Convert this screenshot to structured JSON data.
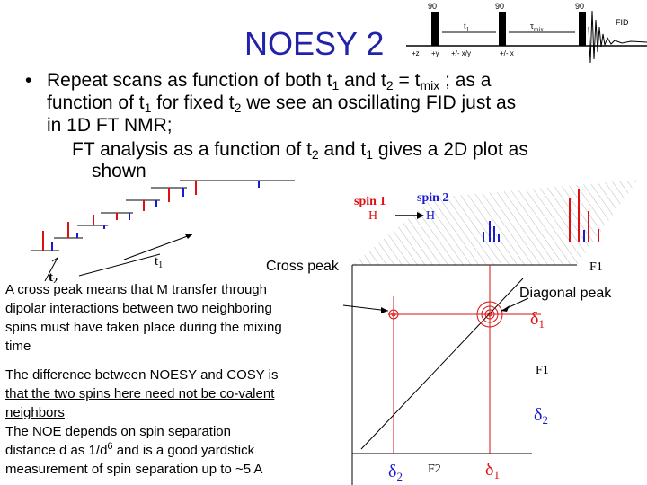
{
  "slide": {
    "title": "NOESY 2",
    "bullet": {
      "l1_a": "Repeat scans as function of both t",
      "l1_s1": "1",
      "l1_b": " and t",
      "l1_s2": "2",
      "l1_c": " = t",
      "l1_s3": "mix",
      "l1_d": " ;  as a",
      "l2_a": "function of t",
      "l2_s1": "1",
      "l2_b": " for fixed t",
      "l2_s2": "2",
      "l2_c": " we see an oscillating FID just as",
      "l3": "in 1D FT NMR;",
      "l4_a": "FT analysis as a function of t",
      "l4_s1": "2",
      "l4_b": " and t",
      "l4_s2": "1",
      "l4_c": " gives a 2D plot as",
      "l5": "shown"
    },
    "pulse": {
      "p1": "90",
      "p2": "90",
      "p3": "90",
      "t1": "t",
      "t1_sub": "1",
      "tmix": "τ",
      "tmix_sub": "mix",
      "fid": "FID",
      "phase1": "+z",
      "phase2": "+y",
      "phase3": "+/- x/y",
      "phase4": "+/- x"
    },
    "stack": {
      "t1_label": "t",
      "t1_sub": "1",
      "t2_label": "t",
      "t2_sub": "2"
    },
    "spectrum": {
      "spin1": "spin 1",
      "spin2": "spin 2",
      "h1": "H",
      "h2": "H",
      "f1_top": "F1",
      "f1_right": "F1",
      "f2_bottom": "F2",
      "d1_right": "δ",
      "d1_right_sub": "1",
      "d2_right": "δ",
      "d2_right_sub": "2",
      "d2_bottom": "δ",
      "d2_bottom_sub": "2",
      "d1_bottom": "δ",
      "d1_bottom_sub": "1"
    },
    "cross_peak_label": "Cross peak",
    "diagonal_peak_label": "Diagonal peak",
    "para1": {
      "l1": "A cross peak means that M transfer through",
      "l2": "dipolar interactions between two neighboring",
      "l3": "spins must have taken place during the mixing",
      "l4": "time"
    },
    "para2": {
      "l1": "The difference between NOESY and COSY is",
      "l2": "that the two spins here need not be co-valent",
      "l3": "neighbors",
      "l4": "The NOE depends on spin separation",
      "l5_a": "distance d as 1/d",
      "l5_sup": "6",
      "l5_b": " and is a good yardstick",
      "l6": "measurement of spin separation up to ~5 A"
    }
  }
}
